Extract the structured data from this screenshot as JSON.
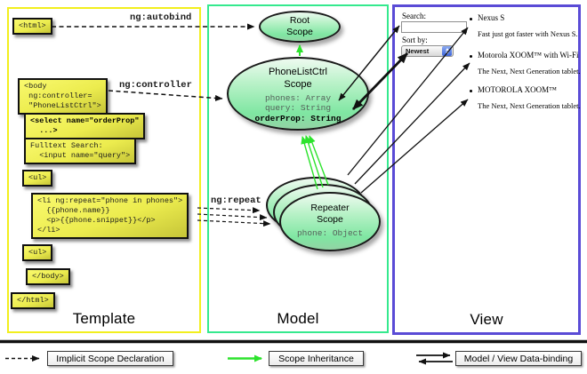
{
  "columns": {
    "template": "Template",
    "model": "Model",
    "view": "View"
  },
  "colors": {
    "template_border": "#f2ef1d",
    "model_border": "#35e98e",
    "view_border": "#5a4bd6",
    "scope_fill_green": "#8fe9a9",
    "code_box_yellow": "#ecec4e",
    "inheritance_arrow_green": "#2de32d",
    "arrow_black": "#111111"
  },
  "template": {
    "labels": {
      "autobind": "ng:autobind",
      "controller": "ng:controller",
      "repeat": "ng:repeat"
    },
    "boxes": [
      {
        "id": "html-open",
        "text": "<html>"
      },
      {
        "id": "body-open",
        "text": "<body\n ng:controller=\n \"PhoneListCtrl\">"
      },
      {
        "id": "select-tag",
        "text": "<select name=\"orderProp\"\n  ...>"
      },
      {
        "id": "fulltext",
        "text": "Fulltext Search:\n  <input name=\"query\">"
      },
      {
        "id": "ul-open",
        "text": "<ul>"
      },
      {
        "id": "li-repeat",
        "text": "<li ng:repeat=\"phone in phones\">\n  {{phone.name}}\n  <p>{{phone.snippet}}</p>\n</li>"
      },
      {
        "id": "ul-open-2",
        "text": "<ul>"
      },
      {
        "id": "body-close",
        "text": "</body>"
      },
      {
        "id": "html-close",
        "text": "</html>"
      }
    ]
  },
  "model": {
    "root_scope": {
      "title": "Root\nScope"
    },
    "phonelist_scope": {
      "title": "PhoneListCtrl\nScope",
      "props": [
        {
          "text": "phones: Array"
        },
        {
          "text": "query: String"
        },
        {
          "text": "orderProp: String"
        }
      ]
    },
    "repeater_scope": {
      "title": "Repeater\nScope",
      "prop": "phone: Object"
    }
  },
  "view": {
    "search_label": "Search:",
    "search_value": "",
    "sort_label": "Sort by:",
    "sort_value": "Newest",
    "items": [
      {
        "title": "Nexus S",
        "desc": "Fast just got faster with Nexus S."
      },
      {
        "title": "Motorola XOOM™ with Wi-Fi",
        "desc": "The Next, Next Generation tablet."
      },
      {
        "title": "MOTOROLA XOOM™",
        "desc": "The Next, Next Generation tablet."
      }
    ]
  },
  "legend": {
    "implicit": "Implicit Scope Declaration",
    "inheritance": "Scope Inheritance",
    "databinding": "Model / View Data-binding"
  }
}
